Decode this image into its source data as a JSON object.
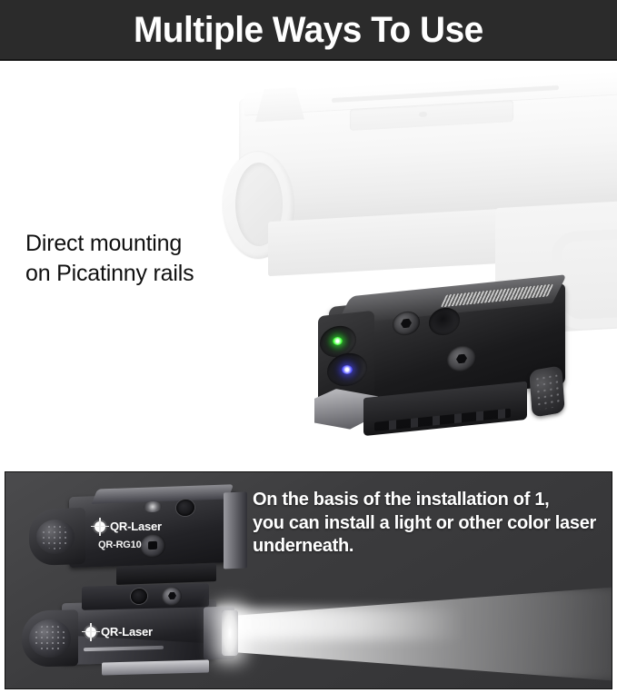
{
  "header": {
    "title": "Multiple Ways To Use",
    "background_color": "#2b2b2b",
    "text_color": "#ffffff"
  },
  "stage": {
    "caption_line1": "Direct mounting",
    "caption_line2": "on Picatinny rails",
    "caption_color": "#101010",
    "background_color": "#ffffff",
    "pistol": {
      "name": "ghosted-pistol-outline",
      "color": "#f4f4f4"
    },
    "laser_module": {
      "name": "dual-beam-laser-module",
      "body_color": "#1b1b1d",
      "green_aperture_label": "green-laser-aperture",
      "blue_aperture_label": "blue-laser-aperture",
      "button_label": "rubber-activation-button",
      "mount_label": "picatinny-rail-mount"
    },
    "beams": [
      {
        "name": "green-laser-beam",
        "color": "#4dff45"
      },
      {
        "name": "blue-laser-beam",
        "color": "#5b5bff"
      }
    ]
  },
  "bottom_panel": {
    "background_color": "#3c3c3e",
    "caption_line1": "On the basis of the installation of 1,",
    "caption_line2": "you can install a light or other color laser",
    "caption_line3": "underneath.",
    "caption_color": "#ffffff",
    "devices": [
      {
        "name": "upper-laser-device",
        "brand": "QR-Laser",
        "model": "QR-RG10"
      },
      {
        "name": "lower-flashlight-device",
        "brand": "QR-Laser",
        "beam": "white-flashlight-beam"
      }
    ]
  }
}
